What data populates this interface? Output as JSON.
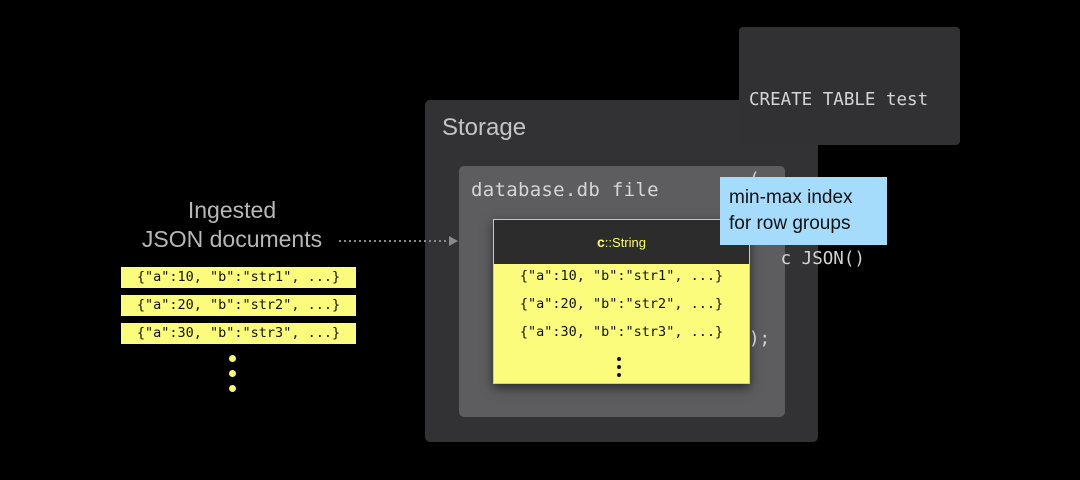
{
  "ingested": {
    "title_line1": "Ingested",
    "title_line2": "JSON documents",
    "docs": [
      "{\"a\":10, \"b\":\"str1\", ...}",
      "{\"a\":20, \"b\":\"str2\", ...}",
      "{\"a\":30, \"b\":\"str3\", ...}"
    ]
  },
  "storage": {
    "label": "Storage",
    "db_file": {
      "label": "database.db file",
      "column": {
        "name": "c",
        "type": "::String",
        "rows": [
          "{\"a\":10, \"b\":\"str1\", ...}",
          "{\"a\":20, \"b\":\"str2\", ...}",
          "{\"a\":30, \"b\":\"str3\", ...}"
        ]
      }
    }
  },
  "sql": {
    "lines": [
      "CREATE TABLE test",
      "(",
      "   c JSON()",
      ");"
    ]
  },
  "index_note": {
    "line1": "min-max index",
    "line2": "for row groups"
  },
  "colors": {
    "doc_highlight": "#fbfb7c",
    "storage_bg": "#323234",
    "dbfile_bg": "#5d5d5f",
    "index_bg": "#a5dbfb",
    "column_header_bg": "#2c2c2c"
  }
}
